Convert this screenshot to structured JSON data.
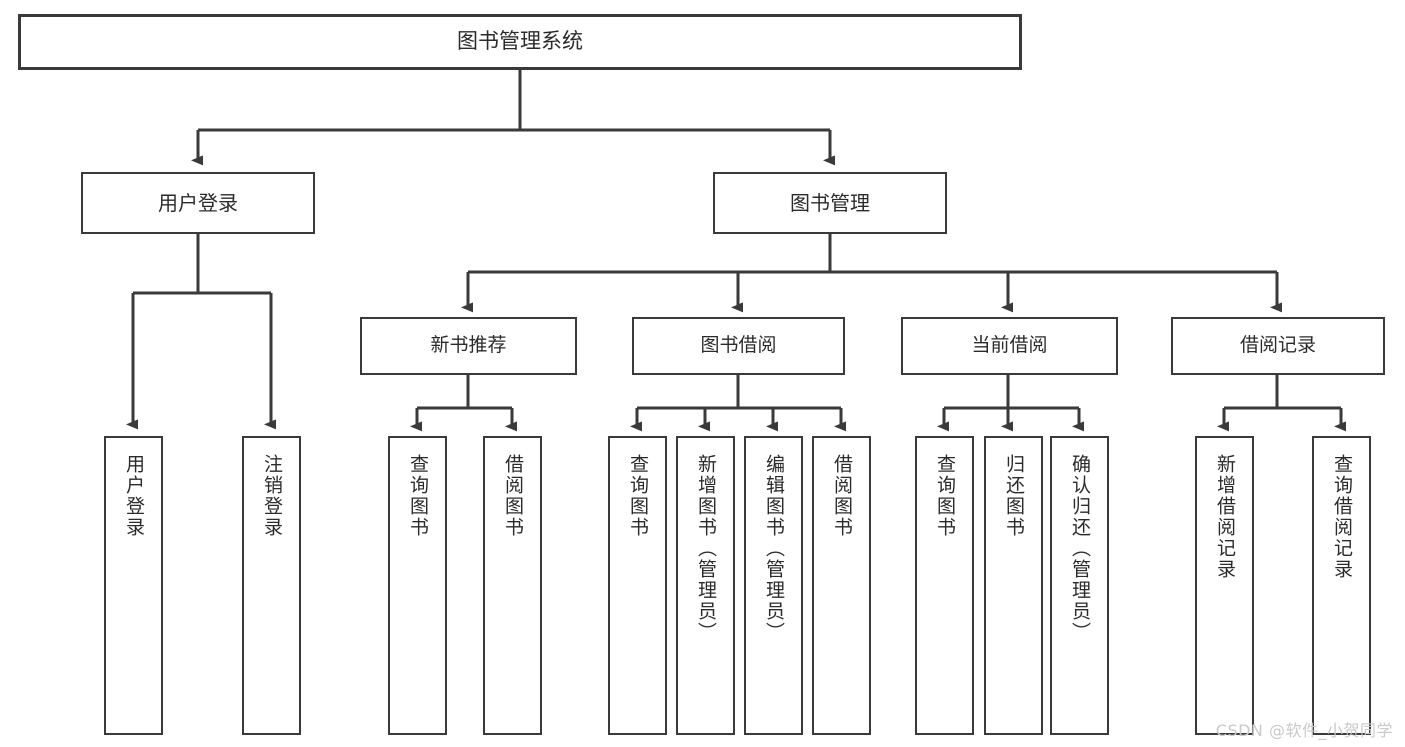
{
  "diagram": {
    "type": "tree",
    "title": "图书管理系统",
    "colors": {
      "background": "#ffffff",
      "box_border": "#3a3a3a",
      "box_fill": "#ffffff",
      "text": "#2b2b2b",
      "connector": "#3a3a3a",
      "watermark": "#c9c9c9"
    },
    "root": {
      "label": "图书管理系统"
    },
    "level2": [
      {
        "label": "用户登录"
      },
      {
        "label": "图书管理"
      }
    ],
    "level3": [
      {
        "label": "新书推荐"
      },
      {
        "label": "图书借阅"
      },
      {
        "label": "当前借阅"
      },
      {
        "label": "借阅记录"
      }
    ],
    "leaves": {
      "user_login": [
        {
          "label": "用户登录"
        },
        {
          "label": "注销登录"
        }
      ],
      "new_book_recommend": [
        {
          "label": "查询图书"
        },
        {
          "label": "借阅图书"
        }
      ],
      "book_borrow": [
        {
          "label": "查询图书"
        },
        {
          "label": "新增图书（管理员）"
        },
        {
          "label": "编辑图书（管理员）"
        },
        {
          "label": "借阅图书"
        }
      ],
      "current_borrow": [
        {
          "label": "查询图书"
        },
        {
          "label": "归还图书"
        },
        {
          "label": "确认归还（管理员）"
        }
      ],
      "borrow_record": [
        {
          "label": "新增借阅记录"
        },
        {
          "label": "查询借阅记录"
        }
      ]
    }
  },
  "watermark": {
    "text": "CSDN @软件_小贺同学"
  }
}
